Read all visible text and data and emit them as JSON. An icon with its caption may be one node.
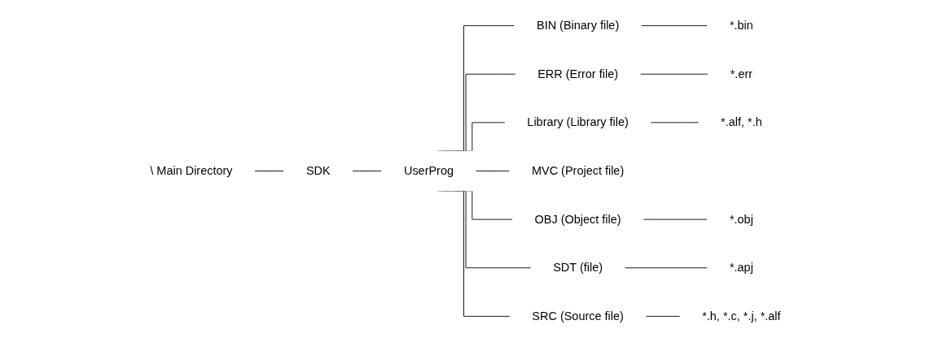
{
  "diagram": {
    "nodes": [
      {
        "text": [
          "\\ Main Directory"
        ]
      },
      {
        "text": [
          "SDK"
        ]
      },
      {
        "text": [
          "UserProg"
        ]
      },
      {
        "text": [
          "BIN (Binary file)"
        ]
      },
      {
        "text": [
          "*.bin"
        ]
      },
      {
        "text": [
          "ERR (Error file)"
        ]
      },
      {
        "text": [
          "*.err"
        ]
      },
      {
        "text": [
          "Library (Library file)"
        ]
      },
      {
        "text": [
          "*.alf, *.h"
        ]
      },
      {
        "text": [
          "MVC (Project file)"
        ]
      },
      {
        "text": [
          "OBJ (Object file)"
        ]
      },
      {
        "text": [
          "*.obj"
        ]
      },
      {
        "text": [
          "SDT (file)"
        ]
      },
      {
        "text": [
          "*.apj"
        ]
      },
      {
        "text": [
          "SRC (Source file)"
        ]
      },
      {
        "text": [
          "*.h, *.c, *.j, *.alf"
        ]
      }
    ],
    "edges": [
      {
        "from": 0,
        "to": 1,
        "arrow": "none"
      },
      {
        "from": 1,
        "to": 2,
        "arrow": "none"
      },
      {
        "from": 2,
        "to": 3,
        "arrow": "none"
      },
      {
        "from": 3,
        "to": 4,
        "arrow": "none"
      },
      {
        "from": 2,
        "to": 5,
        "arrow": "none"
      },
      {
        "from": 5,
        "to": 6,
        "arrow": "none"
      },
      {
        "from": 2,
        "to": 7,
        "arrow": "none"
      },
      {
        "from": 7,
        "to": 8,
        "arrow": "none"
      },
      {
        "from": 2,
        "to": 9,
        "arrow": "none"
      },
      {
        "from": 2,
        "to": 10,
        "arrow": "none"
      },
      {
        "from": 10,
        "to": 11,
        "arrow": "none"
      },
      {
        "from": 2,
        "to": 12,
        "arrow": "none"
      },
      {
        "from": 12,
        "to": 13,
        "arrow": "none"
      },
      {
        "from": 2,
        "to": 14,
        "arrow": "none"
      },
      {
        "from": 14,
        "to": 15,
        "arrow": "none"
      }
    ]
  }
}
